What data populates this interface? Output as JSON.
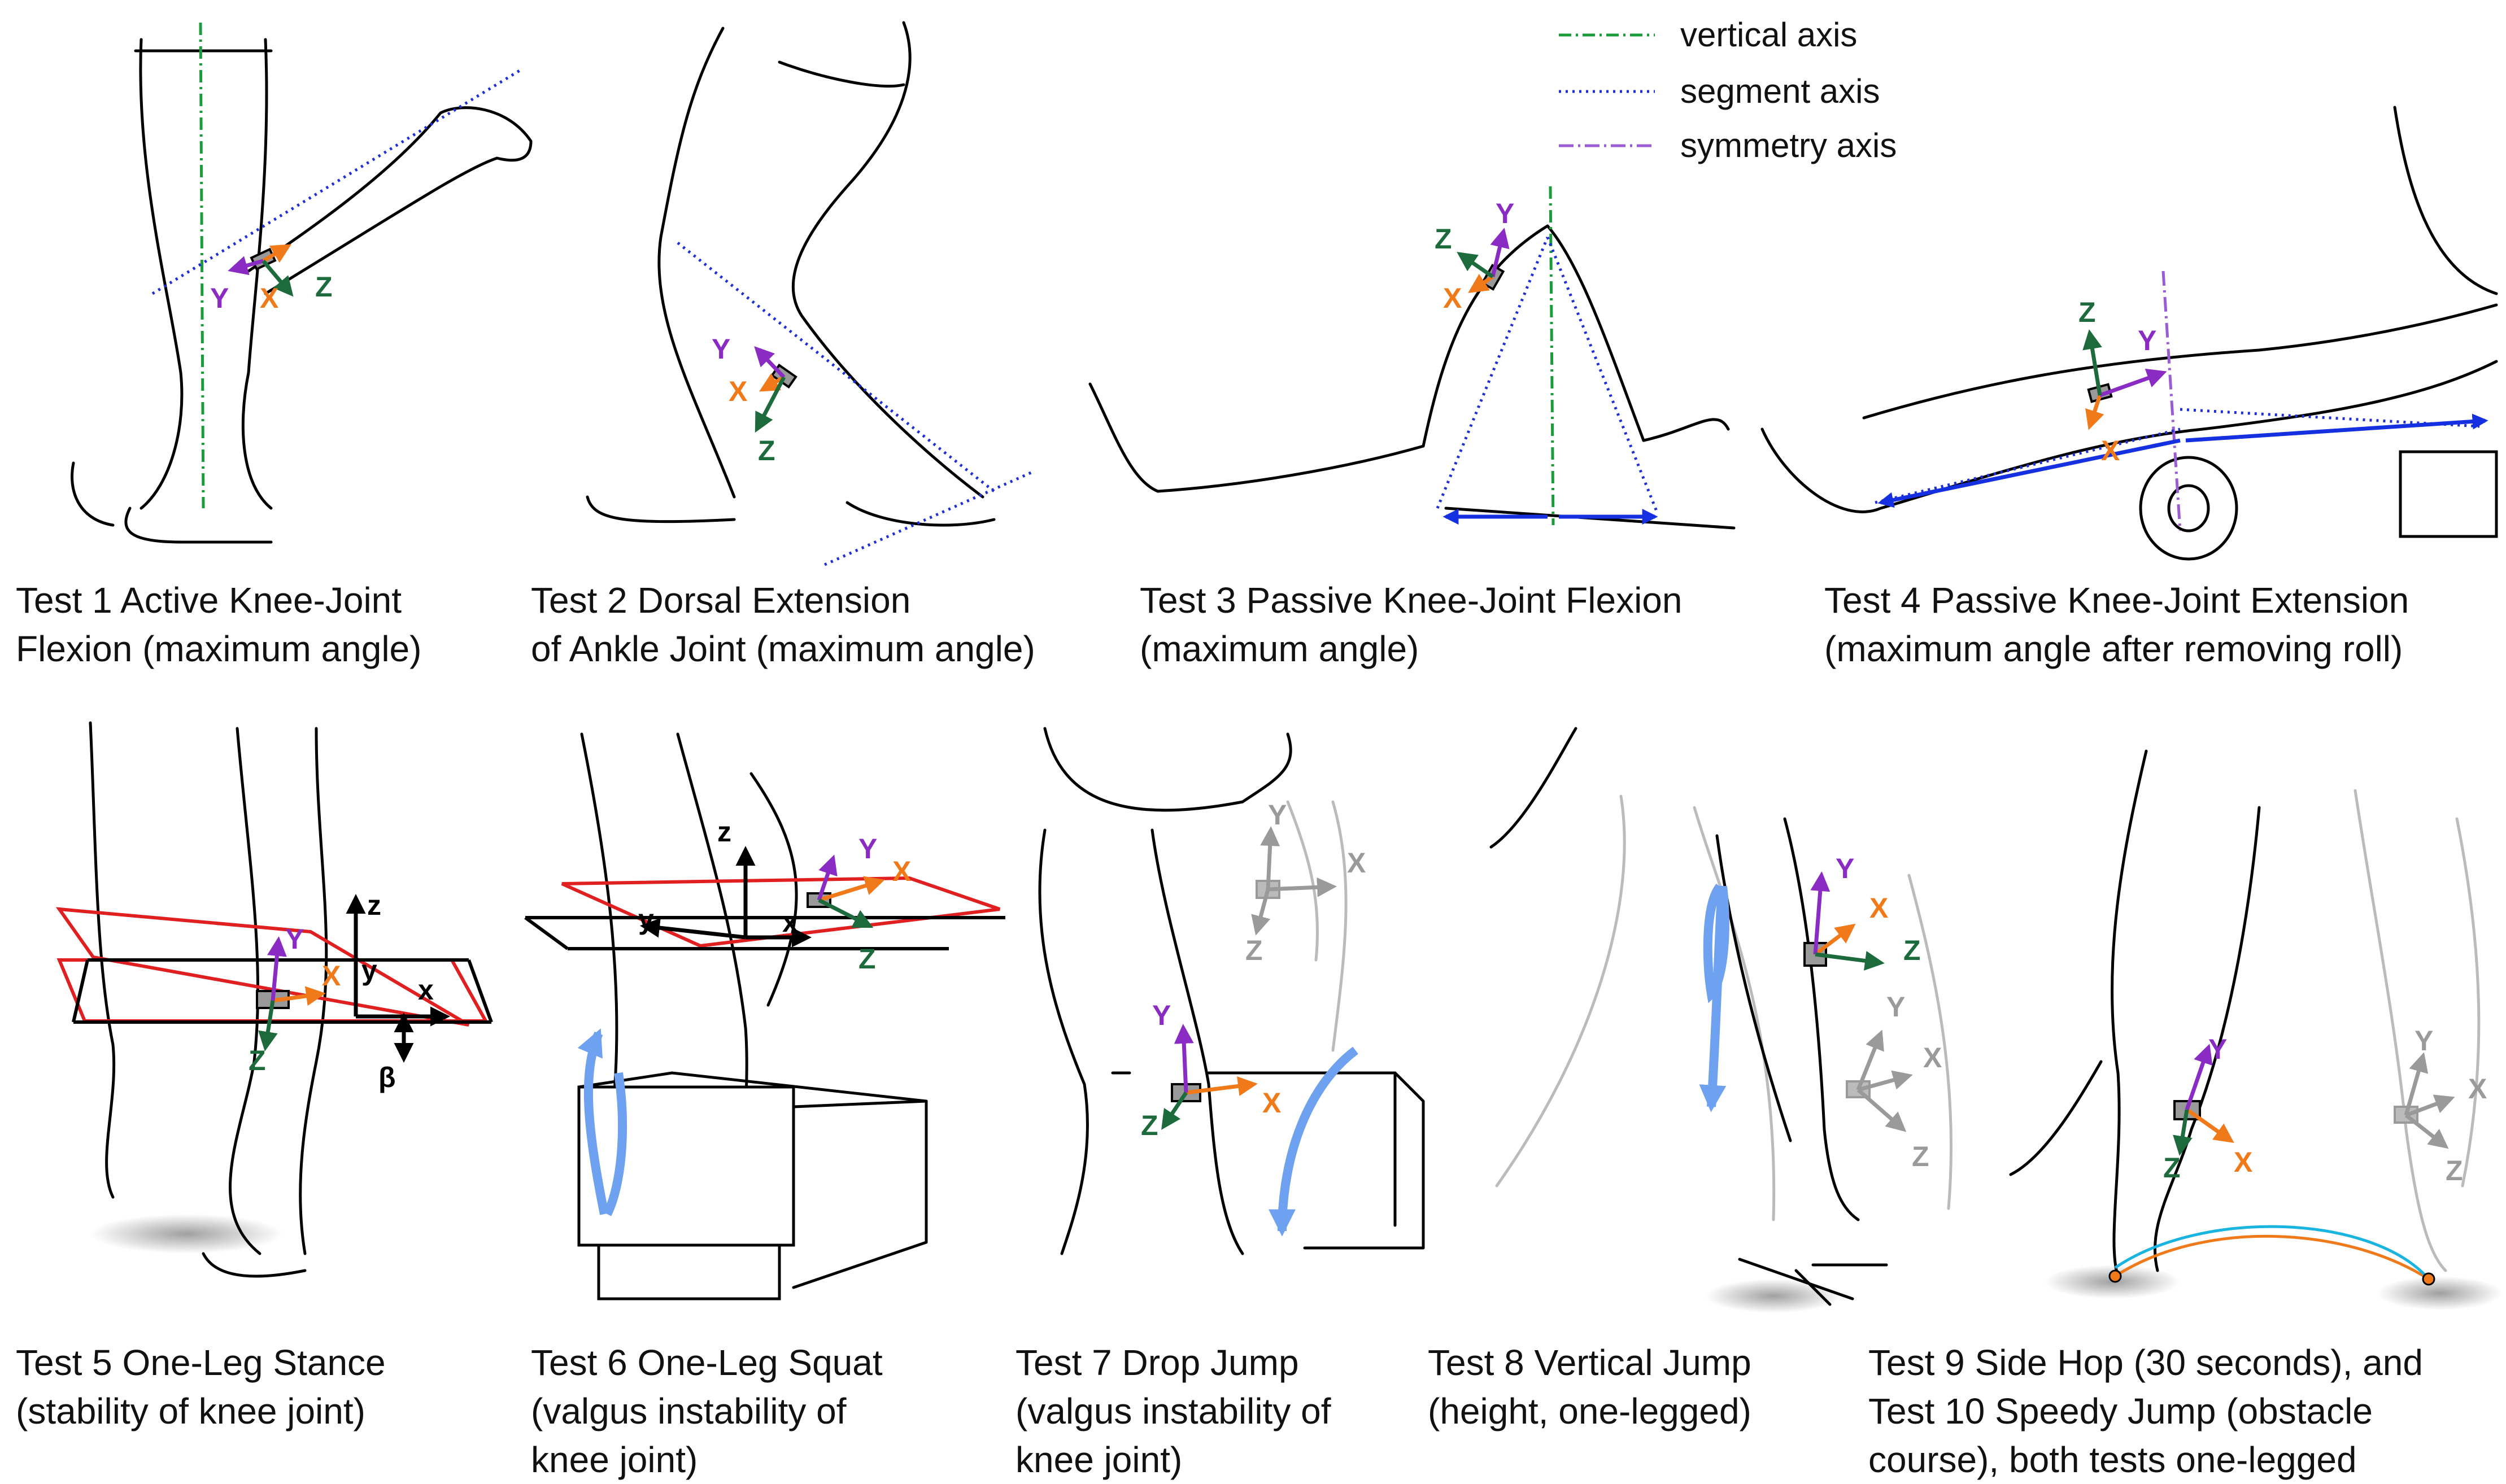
{
  "legend": {
    "vertical_axis": "vertical axis",
    "segment_axis": "segment axis",
    "symmetry_axis": "symmetry axis"
  },
  "colors": {
    "vertical_axis": "#1a9c3a",
    "segment_axis": "#1f2fd6",
    "symmetry_axis": "#9b5bd4",
    "x_axis": "#f07a1a",
    "y_axis": "#8a2bc4",
    "z_axis": "#1d6b3c",
    "plane": "#e02020",
    "motion": "#6ea1ef",
    "ghost": "#9a9a9a",
    "arrow_blue": "#1530e0"
  },
  "axis_labels": {
    "x_upper": "X",
    "y_upper": "Y",
    "z_upper": "Z",
    "x_lower": "x",
    "y_lower": "y",
    "z_lower": "z",
    "beta": "β"
  },
  "captions": {
    "test1": "Test 1 Active Knee-Joint\nFlexion (maximum angle)",
    "test2": "Test 2 Dorsal Extension\nof Ankle Joint (maximum angle)",
    "test3": "Test 3 Passive Knee-Joint Flexion\n(maximum angle)",
    "test4": "Test 4 Passive Knee-Joint Extension\n(maximum angle after removing roll)",
    "test5": "Test 5 One-Leg Stance\n(stability of knee joint)",
    "test6": "Test 6 One-Leg Squat\n(valgus instability of\nknee joint)",
    "test7": "Test 7 Drop Jump\n(valgus instability of\nknee joint)",
    "test8": "Test 8 Vertical Jump\n(height, one-legged)",
    "test9": "Test 9 Side Hop (30 seconds), and\nTest 10 Speedy Jump (obstacle\ncourse), both tests one-legged"
  }
}
